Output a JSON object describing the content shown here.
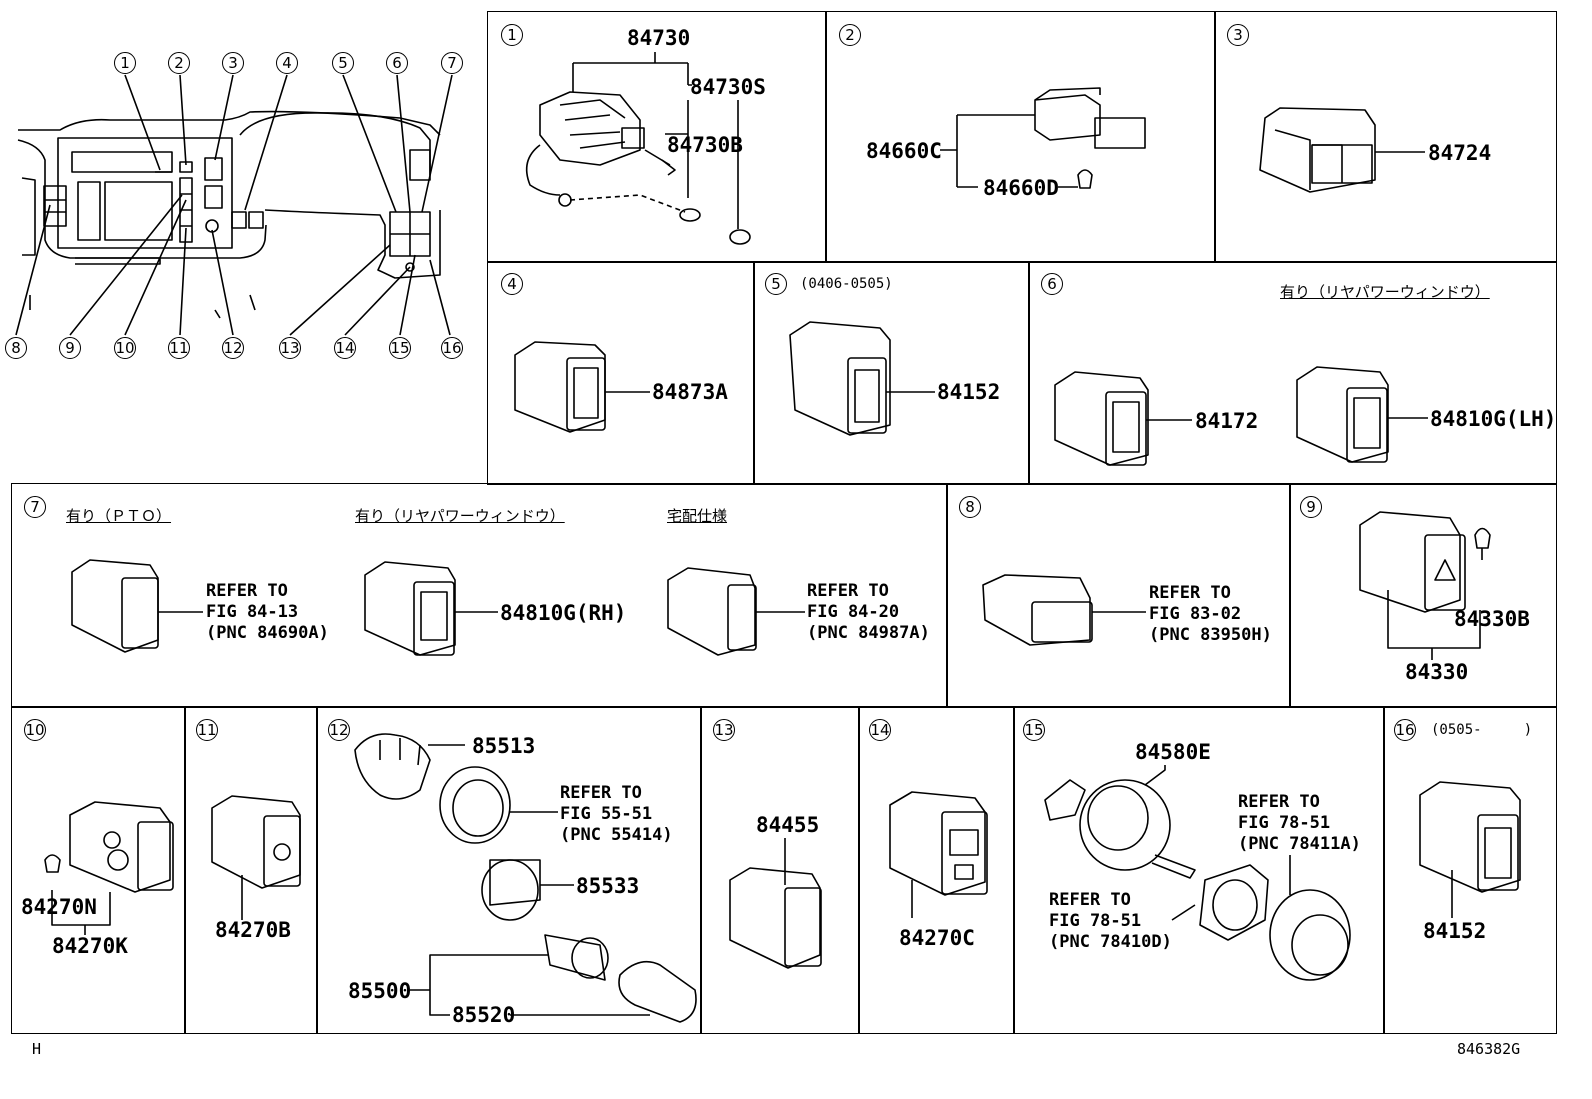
{
  "overview": {
    "callouts": [
      "1",
      "2",
      "3",
      "4",
      "5",
      "6",
      "7",
      "8",
      "9",
      "10",
      "11",
      "12",
      "13",
      "14",
      "15",
      "16"
    ]
  },
  "cells": [
    {
      "num": "1",
      "parts": [
        "84730",
        "84730S",
        "84730B"
      ]
    },
    {
      "num": "2",
      "parts": [
        "84660C",
        "84660D"
      ]
    },
    {
      "num": "3",
      "parts": [
        "84724"
      ]
    },
    {
      "num": "4",
      "parts": [
        "84873A"
      ]
    },
    {
      "num": "5",
      "date": "(0406-0505)",
      "parts": [
        "84152"
      ]
    },
    {
      "num": "6",
      "note": "有り（リヤパワーウィンドウ）",
      "parts": [
        "84172",
        "84810G(LH)"
      ]
    },
    {
      "num": "7",
      "notes": [
        "有り（ＰＴＯ）",
        "有り（リヤパワーウィンドウ）",
        "宅配仕様"
      ],
      "refs": [
        "REFER TO\nFIG 84-13\n(PNC 84690A)",
        "REFER TO\nFIG 84-20\n(PNC 84987A)"
      ],
      "parts": [
        "84810G(RH)"
      ]
    },
    {
      "num": "8",
      "refs": [
        "REFER TO\nFIG 83-02\n(PNC 83950H)"
      ]
    },
    {
      "num": "9",
      "parts": [
        "84330B",
        "84330"
      ]
    },
    {
      "num": "10",
      "parts": [
        "84270N",
        "84270K"
      ]
    },
    {
      "num": "11",
      "parts": [
        "84270B"
      ]
    },
    {
      "num": "12",
      "parts": [
        "85513",
        "85533",
        "85500",
        "85520"
      ],
      "refs": [
        "REFER TO\nFIG 55-51\n(PNC 55414)"
      ]
    },
    {
      "num": "13",
      "parts": [
        "84455"
      ]
    },
    {
      "num": "14",
      "parts": [
        "84270C"
      ]
    },
    {
      "num": "15",
      "parts": [
        "84580E"
      ],
      "refs": [
        "REFER TO\nFIG 78-51\n(PNC 78411A)",
        "REFER TO\nFIG 78-51\n(PNC 78410D)"
      ]
    },
    {
      "num": "16",
      "date": "(0505-     )",
      "parts": [
        "84152"
      ]
    }
  ],
  "footer": {
    "left": "H",
    "right": "846382G"
  }
}
